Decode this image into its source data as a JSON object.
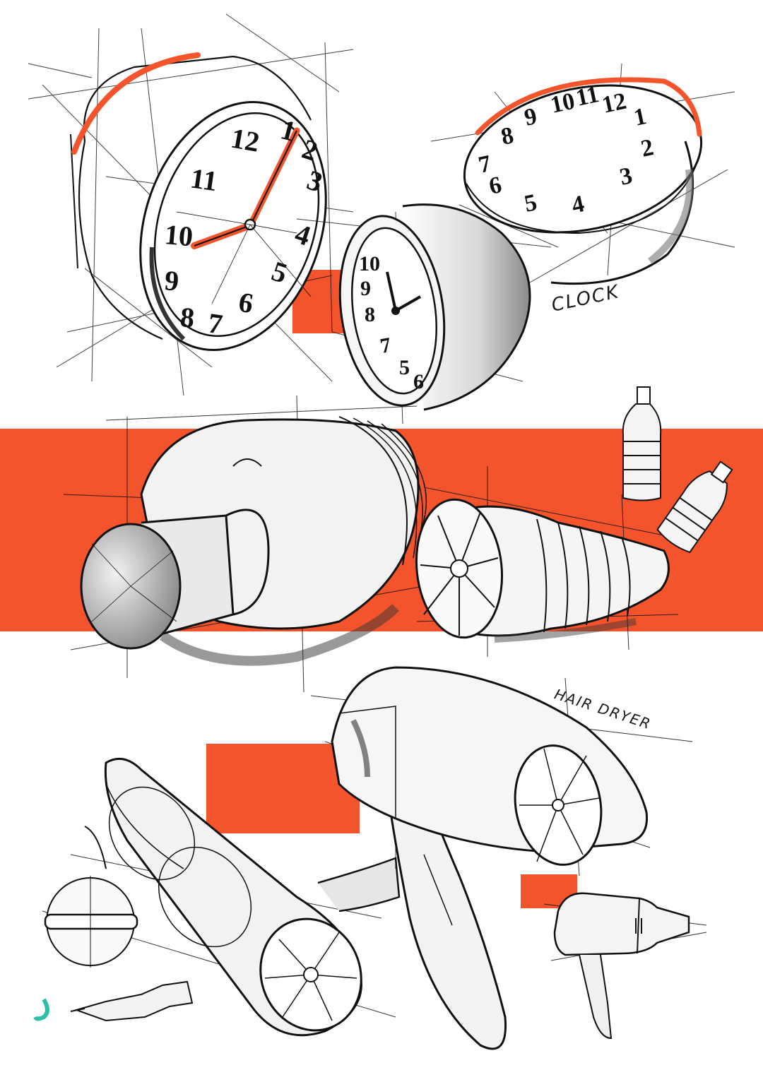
{
  "sheet": {
    "accent_color": "#f4542b",
    "ink_color": "#111111",
    "paper_color": "#ffffff"
  },
  "labels": {
    "clock": "CLOCK",
    "hair_dryer": "HAIR DRYER"
  },
  "clock_numerals": {
    "large_clock": [
      "12",
      "1",
      "2",
      "3",
      "4",
      "5",
      "6",
      "7",
      "8",
      "9",
      "10",
      "11"
    ],
    "side_clock": [
      "10",
      "9",
      "8",
      "7",
      "6",
      "5"
    ],
    "back_clock": [
      "12",
      "1",
      "2",
      "3",
      "4",
      "5",
      "6",
      "7",
      "8",
      "9",
      "10",
      "11"
    ]
  }
}
